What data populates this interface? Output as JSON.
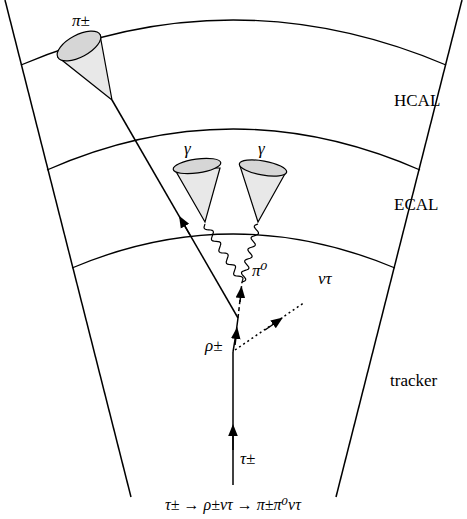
{
  "diagram": {
    "caption": "τ± → ρ±ντ → π±π⁰ντ",
    "labels": [
      "π±",
      "HCAL",
      "γ",
      "γ",
      "ECAL",
      "π⁰",
      "ντ",
      "ρ±",
      "tracker",
      "τ±"
    ]
  }
}
